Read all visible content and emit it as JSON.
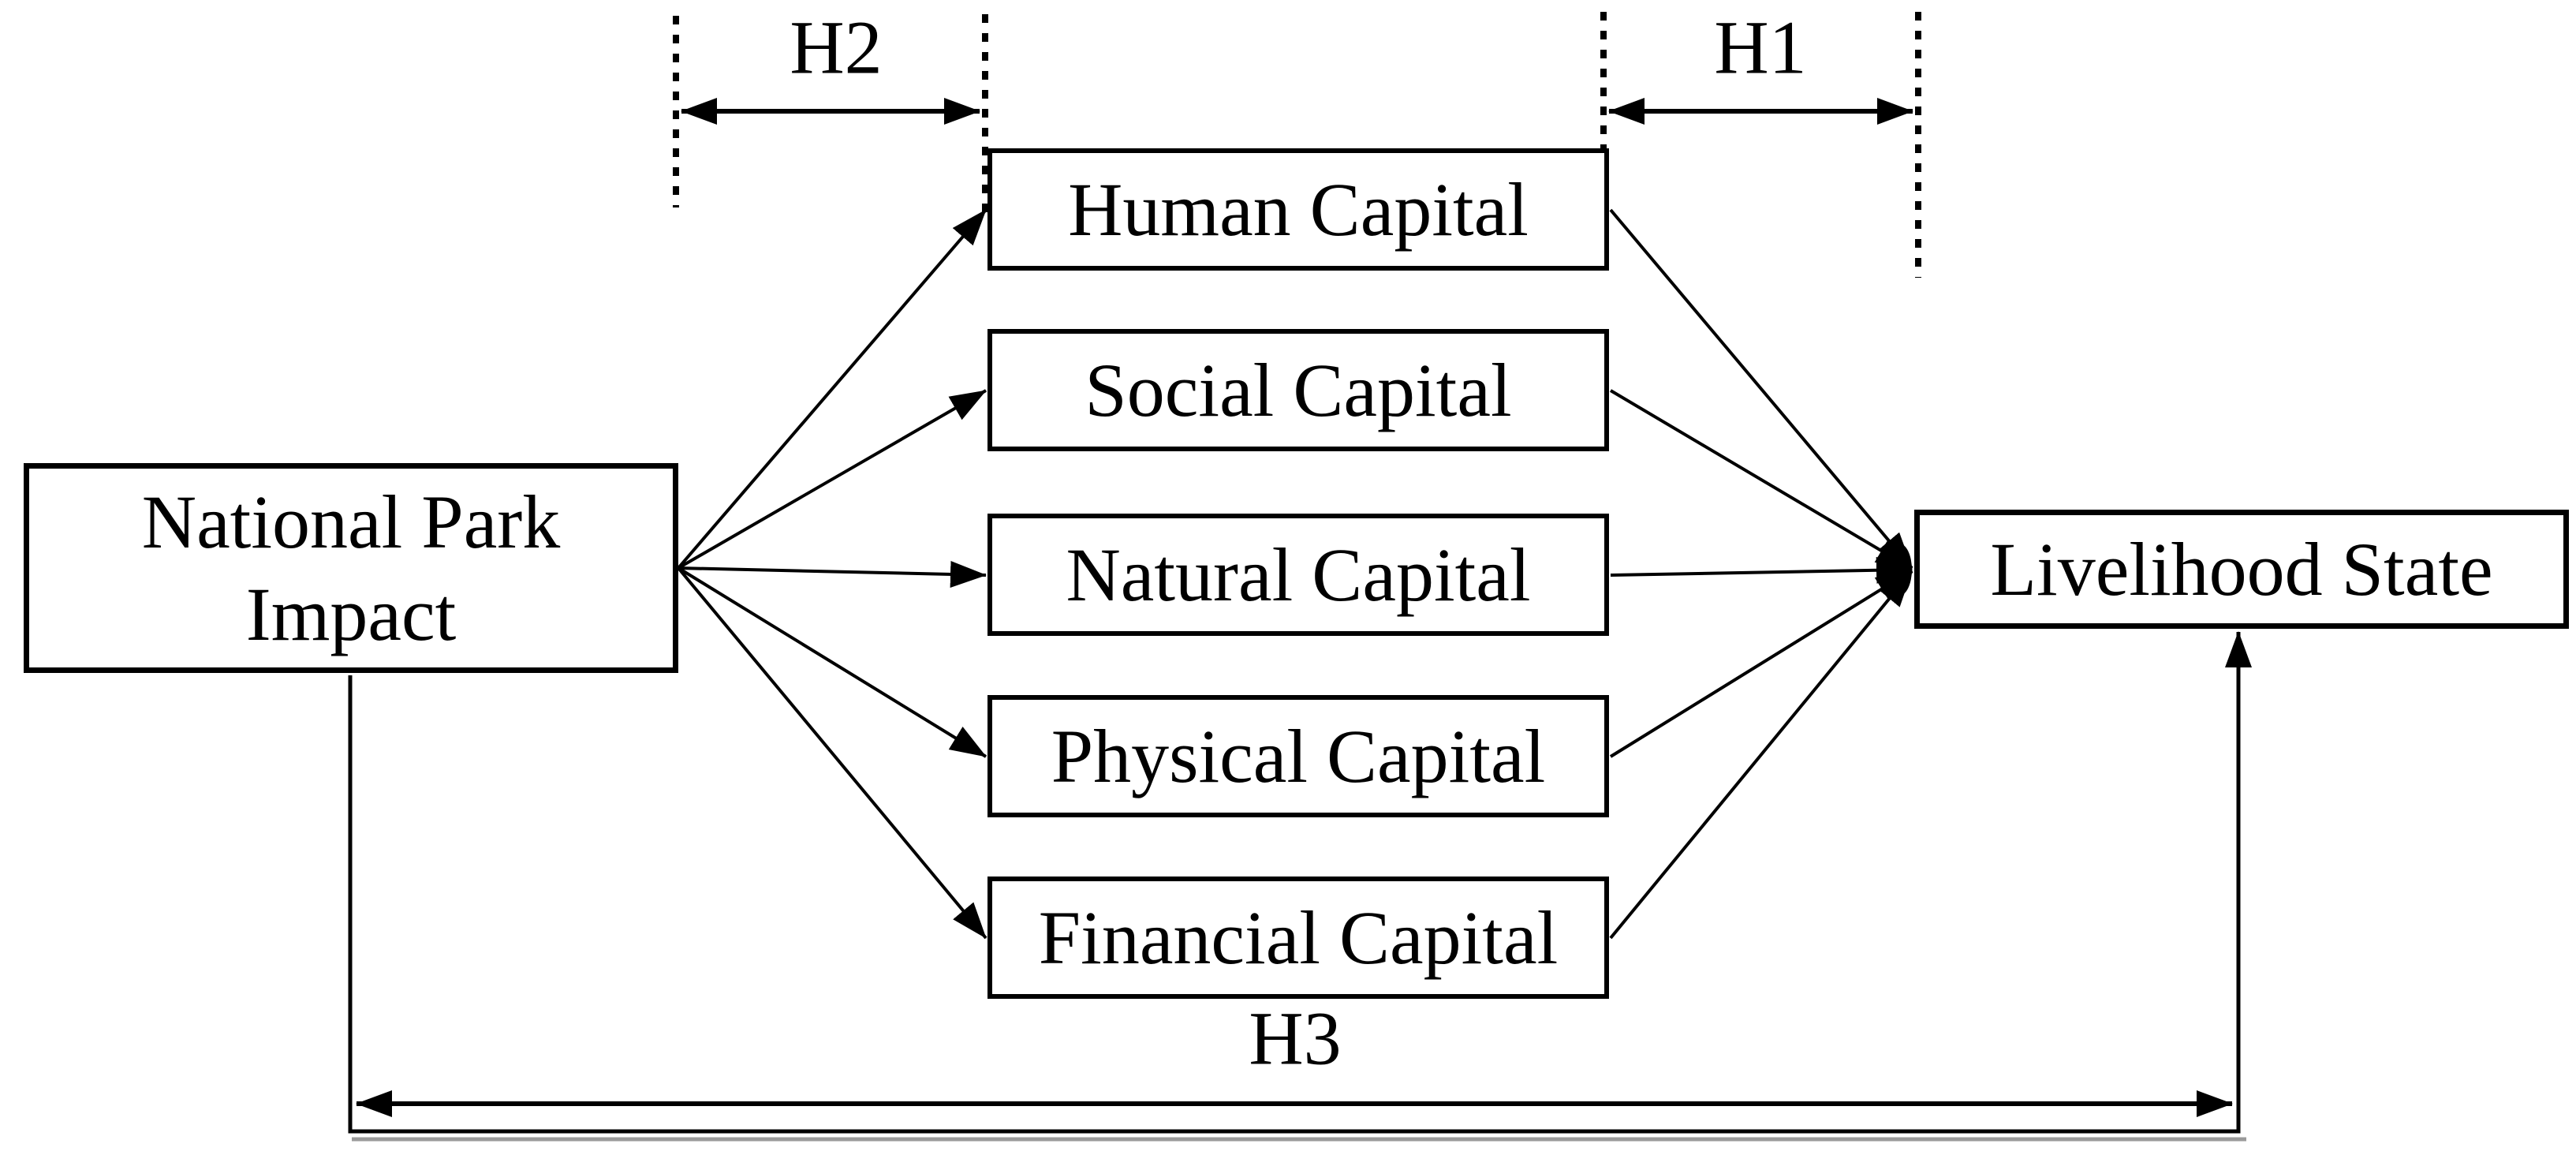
{
  "diagram": {
    "type": "conceptual-model",
    "nodes": {
      "national_park_impact": {
        "label_line1": "National Park",
        "label_line2": "Impact"
      },
      "capitals": [
        {
          "id": "human",
          "label": "Human Capital"
        },
        {
          "id": "social",
          "label": "Social Capital"
        },
        {
          "id": "natural",
          "label": "Natural Capital"
        },
        {
          "id": "physical",
          "label": "Physical Capital"
        },
        {
          "id": "financial",
          "label": "Financial Capital"
        }
      ],
      "livelihood_state": {
        "label": "Livelihood State"
      }
    },
    "hypotheses": [
      {
        "id": "H1",
        "label": "H1",
        "between": [
          "capitals",
          "livelihood_state"
        ]
      },
      {
        "id": "H2",
        "label": "H2",
        "between": [
          "national_park_impact",
          "capitals"
        ]
      },
      {
        "id": "H3",
        "label": "H3",
        "between": [
          "national_park_impact",
          "livelihood_state"
        ]
      }
    ],
    "edges": [
      {
        "from": "national_park_impact",
        "to": "human"
      },
      {
        "from": "national_park_impact",
        "to": "social"
      },
      {
        "from": "national_park_impact",
        "to": "natural"
      },
      {
        "from": "national_park_impact",
        "to": "physical"
      },
      {
        "from": "national_park_impact",
        "to": "financial"
      },
      {
        "from": "human",
        "to": "livelihood_state"
      },
      {
        "from": "social",
        "to": "livelihood_state"
      },
      {
        "from": "natural",
        "to": "livelihood_state"
      },
      {
        "from": "physical",
        "to": "livelihood_state"
      },
      {
        "from": "financial",
        "to": "livelihood_state"
      },
      {
        "from": "national_park_impact",
        "to": "livelihood_state",
        "route": "bottom"
      }
    ],
    "colors": {
      "line": "#000000",
      "background": "#ffffff",
      "shadow": "#9a9a9a"
    }
  }
}
